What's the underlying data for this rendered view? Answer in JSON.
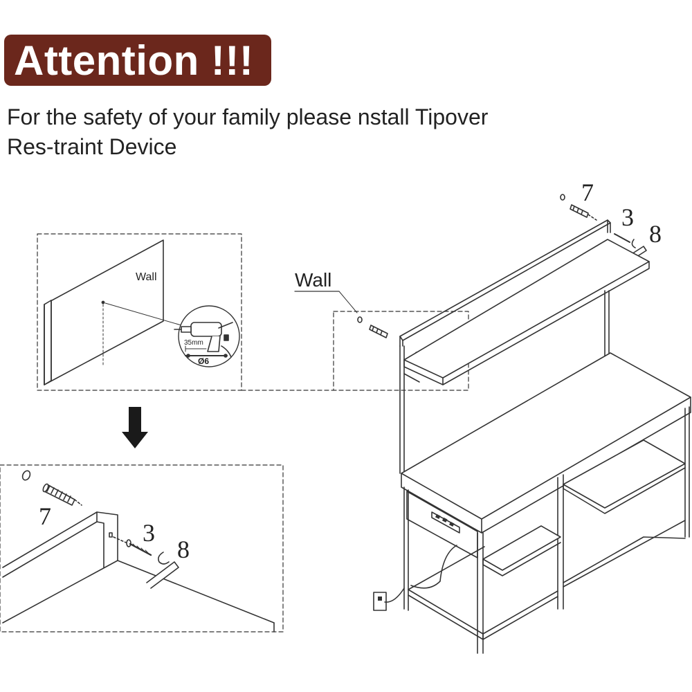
{
  "header": {
    "banner_text": "Attention !!!",
    "banner_color": "#6b271c",
    "line1": "For the safety of your family please nstall Tipover",
    "line2": "Res-traint Device"
  },
  "detail_top": {
    "wall_label": "Wall",
    "depth_label": "35mm",
    "diameter_label": "Ø6"
  },
  "main_view": {
    "wall_label": "Wall",
    "part_anchor": "7",
    "part_screw": "3",
    "part_hook": "8"
  },
  "detail_bottom": {
    "part_anchor": "7",
    "part_screw": "3",
    "part_hook": "8"
  },
  "icons": {
    "arrow": "down-arrow-icon",
    "drill": "drill-icon",
    "outlet": "wall-outlet-icon",
    "power_strip": "power-strip-icon"
  }
}
